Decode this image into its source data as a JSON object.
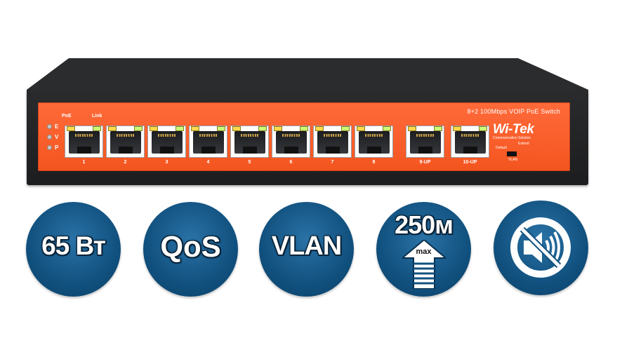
{
  "product": {
    "model_label": "8+2 100Mbps VOIP PoE Switch",
    "brand": "Wi-Tek",
    "brand_tagline": "Communication Solution",
    "header_poe": "PoE",
    "header_link": "Link",
    "leds": [
      "E",
      "V",
      "P"
    ],
    "ports": [
      {
        "label": "1"
      },
      {
        "label": "2"
      },
      {
        "label": "3"
      },
      {
        "label": "4"
      },
      {
        "label": "5"
      },
      {
        "label": "6"
      },
      {
        "label": "7"
      },
      {
        "label": "8"
      },
      {
        "label": "9-UP"
      },
      {
        "label": "10-UP"
      }
    ],
    "switch_labels": {
      "left": "Default",
      "right": "Extend",
      "bottom": "VLAN"
    }
  },
  "badges": [
    {
      "name": "power",
      "text": "65 Вт"
    },
    {
      "name": "qos",
      "text": "QoS"
    },
    {
      "name": "vlan",
      "text": "VLAN"
    },
    {
      "name": "distance",
      "text": "250м",
      "sub": "max"
    },
    {
      "name": "silent",
      "icon": "speaker-muted-icon"
    }
  ],
  "colors": {
    "panel": "#f4551f",
    "badge": "#11517f",
    "chassis": "#1e1f21"
  }
}
